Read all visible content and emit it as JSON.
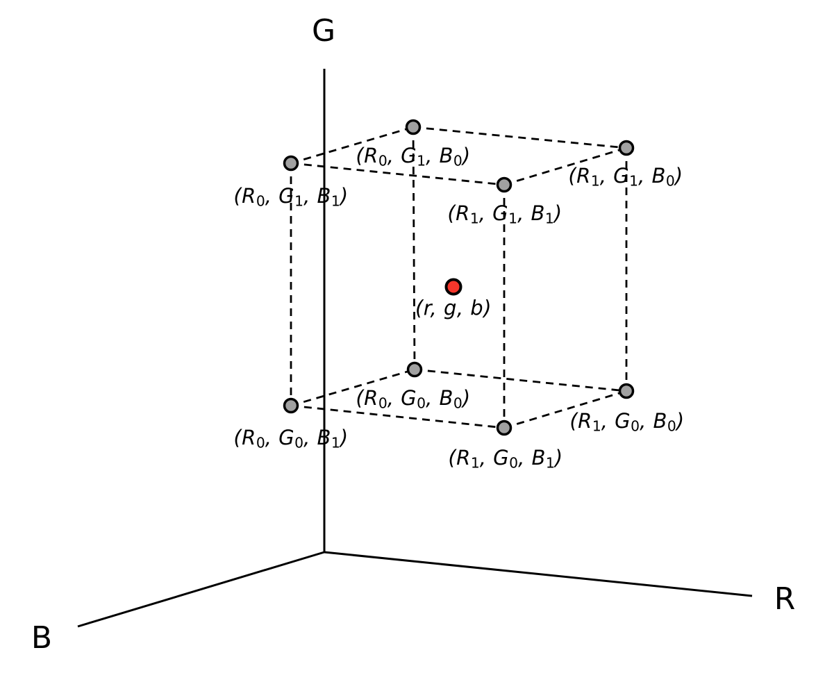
{
  "figure": {
    "title_semantic": "RGB cube trilinear interpolation diagram",
    "axes": {
      "g_label": "G",
      "r_label": "R",
      "b_label": "B"
    },
    "colors": {
      "background": "#ffffff",
      "line": "#000000",
      "dot_gray": "#a1a1a1",
      "dot_red": "#f5362b",
      "dot_stroke": "#000000"
    },
    "corners": [
      {
        "id": "R0G1B0",
        "parts": {
          "o": "(R",
          "s1": "0",
          "m1": ", G",
          "s2": "1",
          "m2": ", B",
          "s3": "0",
          "c": ")"
        }
      },
      {
        "id": "R1G1B0",
        "parts": {
          "o": "(R",
          "s1": "1",
          "m1": ", G",
          "s2": "1",
          "m2": ", B",
          "s3": "0",
          "c": ")"
        }
      },
      {
        "id": "R0G1B1",
        "parts": {
          "o": "(R",
          "s1": "0",
          "m1": ", G",
          "s2": "1",
          "m2": ", B",
          "s3": "1",
          "c": ")"
        }
      },
      {
        "id": "R1G1B1",
        "parts": {
          "o": "(R",
          "s1": "1",
          "m1": ", G",
          "s2": "1",
          "m2": ", B",
          "s3": "1",
          "c": ")"
        }
      },
      {
        "id": "R0G0B0",
        "parts": {
          "o": "(R",
          "s1": "0",
          "m1": ", G",
          "s2": "0",
          "m2": ", B",
          "s3": "0",
          "c": ")"
        }
      },
      {
        "id": "R1G0B0",
        "parts": {
          "o": "(R",
          "s1": "1",
          "m1": ", G",
          "s2": "0",
          "m2": ", B",
          "s3": "0",
          "c": ")"
        }
      },
      {
        "id": "R0G0B1",
        "parts": {
          "o": "(R",
          "s1": "0",
          "m1": ", G",
          "s2": "0",
          "m2": ", B",
          "s3": "1",
          "c": ")"
        }
      },
      {
        "id": "R1G0B1",
        "parts": {
          "o": "(R",
          "s1": "1",
          "m1": ", G",
          "s2": "0",
          "m2": ", B",
          "s3": "1",
          "c": ")"
        }
      }
    ],
    "center_point": {
      "parts": {
        "o": "(r",
        "m1": ", g",
        "m2": ", b",
        "c": ")"
      }
    }
  }
}
